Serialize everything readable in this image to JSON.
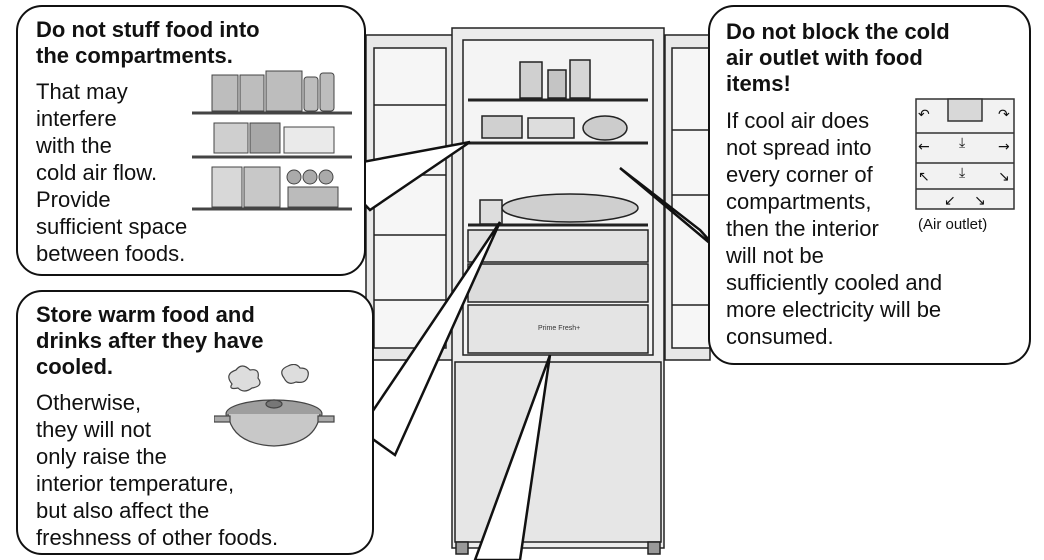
{
  "notes": {
    "stuff": {
      "title_line1": "Do not stuff food into",
      "title_line2": "the compartments.",
      "body": [
        "That may",
        "interfere",
        "with the",
        "cold air flow.",
        "Provide",
        "sufficient space",
        "between foods."
      ]
    },
    "warm": {
      "title_line1": "Store warm food and",
      "title_line2": "drinks after they have",
      "title_line3": "cooled.",
      "body": [
        "Otherwise,",
        "they will not",
        "only raise the",
        "interior temperature,",
        "but also affect the",
        "freshness of other foods."
      ]
    },
    "block": {
      "title_line1": "Do not block the cold",
      "title_line2": "air outlet with food",
      "title_line3": "items!",
      "body": [
        "If cool air does",
        "not spread into",
        "every corner of",
        "compartments,",
        "then the interior",
        "will not be",
        "sufficiently cooled and",
        "more electricity will be",
        "consumed."
      ],
      "caption": "(Air outlet)"
    }
  },
  "drawer_label": "Prime Fresh+"
}
